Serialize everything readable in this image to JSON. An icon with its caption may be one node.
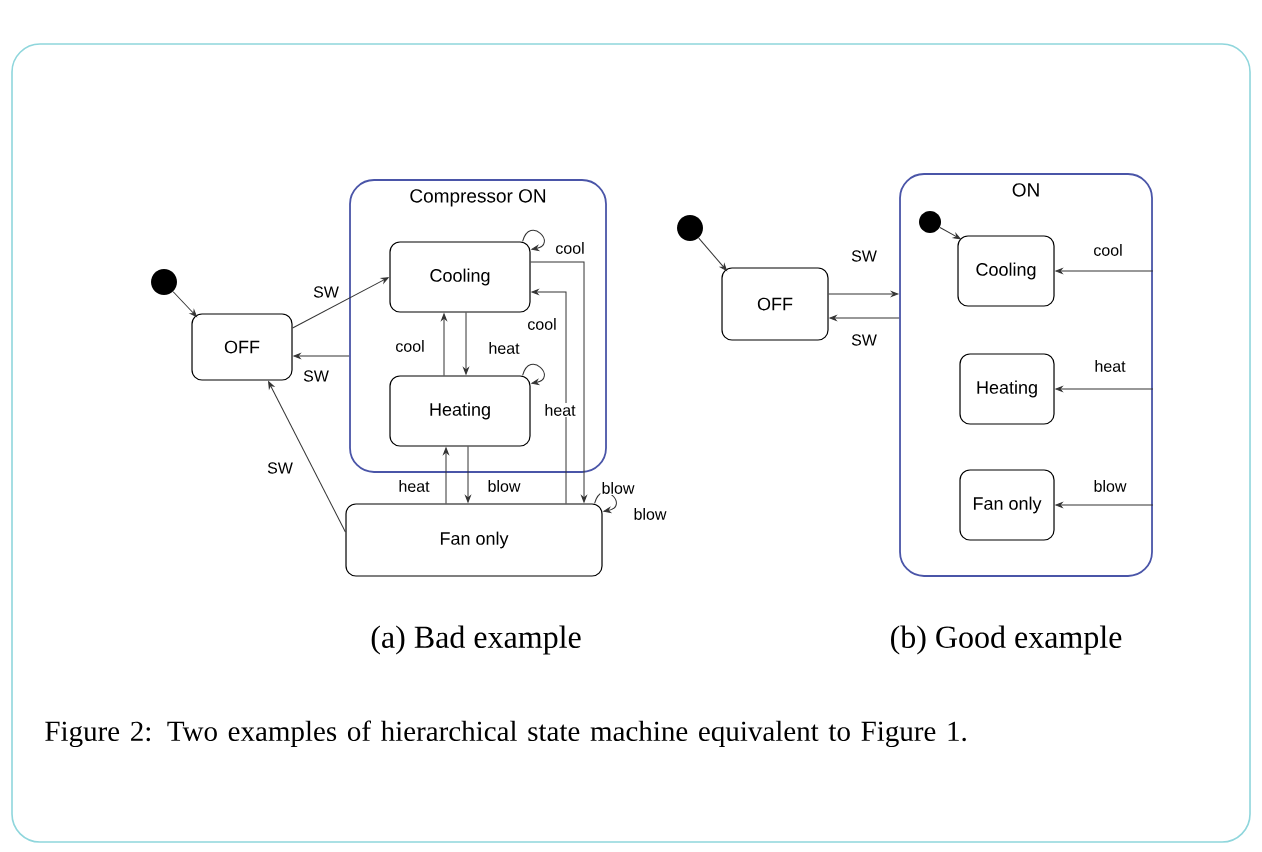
{
  "diagram": {
    "caption": "Figure 2: Two examples of hierarchical state machine equivalent to Figure 1.",
    "nodes": [
      {
        "text": [],
        "shape": "circle"
      },
      {
        "text": [
          "OFF"
        ]
      },
      {
        "text": [
          "Compressor ON"
        ]
      },
      {
        "text": [
          "Cooling"
        ],
        "in": 2
      },
      {
        "text": [
          "Heating"
        ],
        "in": 2
      },
      {
        "text": [
          "Fan only"
        ]
      },
      {
        "text": [],
        "shape": "circle"
      },
      {
        "text": [
          "OFF"
        ]
      },
      {
        "text": [
          "ON"
        ]
      },
      {
        "text": [],
        "shape": "circle",
        "in": 8
      },
      {
        "text": [
          "Cooling"
        ],
        "in": 8
      },
      {
        "text": [
          "Heating"
        ],
        "in": 8
      },
      {
        "text": [
          "Fan only"
        ],
        "in": 8
      }
    ],
    "edges": [
      {
        "from": 0,
        "to": 1,
        "arrow": "to"
      },
      {
        "from": 1,
        "to": 3,
        "arrow": "to",
        "label": "SW"
      },
      {
        "from": 2,
        "to": 1,
        "arrow": "to",
        "label": "SW"
      },
      {
        "from": 5,
        "to": 1,
        "arrow": "to",
        "label": "SW"
      },
      {
        "from": 3,
        "to": 3,
        "arrow": "to",
        "label": "cool"
      },
      {
        "from": 3,
        "to": 4,
        "arrow": "to",
        "label": "heat"
      },
      {
        "from": 4,
        "to": 3,
        "arrow": "to",
        "label": "cool"
      },
      {
        "from": 4,
        "to": 4,
        "arrow": "to",
        "label": "heat"
      },
      {
        "from": 5,
        "to": 4,
        "arrow": "to",
        "label": "heat"
      },
      {
        "from": 4,
        "to": 5,
        "arrow": "to",
        "label": "blow"
      },
      {
        "from": 3,
        "to": 5,
        "arrow": "to",
        "label": "blow"
      },
      {
        "from": 5,
        "to": 3,
        "arrow": "to",
        "label": "cool"
      },
      {
        "from": 5,
        "to": 5,
        "arrow": "to",
        "label": "blow"
      },
      {
        "from": 6,
        "to": 7,
        "arrow": "to"
      },
      {
        "from": 7,
        "to": 8,
        "arrow": "to",
        "label": "SW"
      },
      {
        "from": 8,
        "to": 7,
        "arrow": "to",
        "label": "SW"
      },
      {
        "from": 9,
        "to": 10,
        "arrow": "to"
      },
      {
        "from": 8,
        "to": 10,
        "arrow": "to",
        "label": "cool"
      },
      {
        "from": 8,
        "to": 11,
        "arrow": "to",
        "label": "heat"
      },
      {
        "from": 8,
        "to": 12,
        "arrow": "to",
        "label": "blow"
      }
    ],
    "labels": [
      "(a) Bad example",
      "(b) Good example"
    ]
  }
}
